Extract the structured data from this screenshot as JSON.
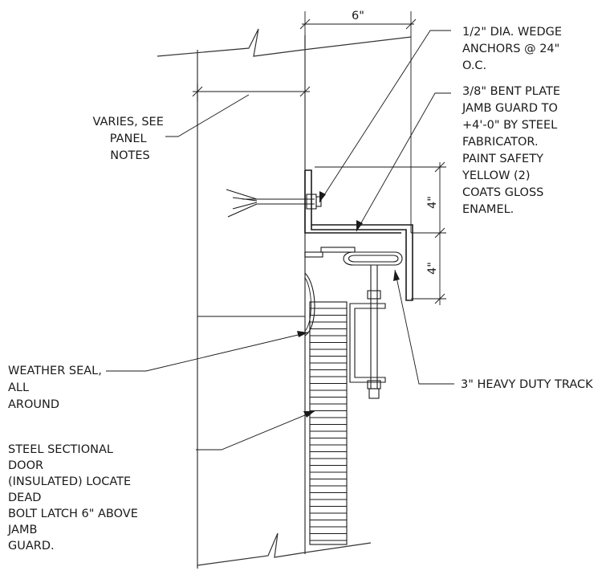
{
  "dimensions": {
    "top_width": "6\"",
    "upper_vertical": "4\"",
    "lower_vertical": "4\""
  },
  "notes": {
    "anchors": [
      "1/2\" DIA. WEDGE",
      "ANCHORS @ 24\"",
      "O.C."
    ],
    "jamb_guard": [
      "3/8\" BENT PLATE",
      "JAMB GUARD TO",
      "+4'-0\" BY STEEL",
      "FABRICATOR.",
      "PAINT SAFETY",
      "YELLOW (2)",
      "COATS GLOSS",
      "ENAMEL."
    ],
    "varies": [
      "VARIES, SEE",
      "PANEL",
      "NOTES"
    ],
    "track": [
      "3\" HEAVY DUTY TRACK"
    ],
    "weather_seal": [
      "WEATHER SEAL,",
      "ALL",
      "AROUND"
    ],
    "door": [
      "STEEL SECTIONAL",
      "DOOR",
      "(INSULATED) LOCATE",
      "DEAD",
      "BOLT LATCH 6\" ABOVE",
      "JAMB",
      "GUARD."
    ]
  }
}
